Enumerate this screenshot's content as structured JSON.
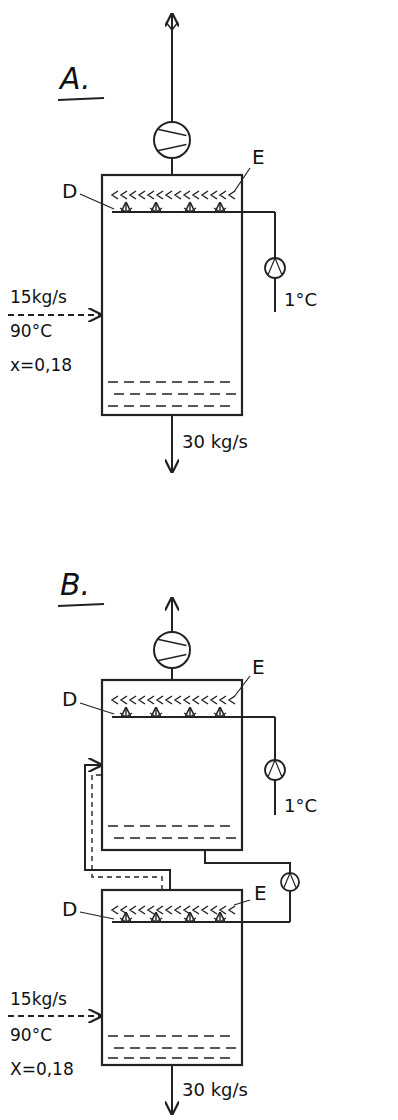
{
  "diagram": {
    "labels": [
      "A.",
      "E",
      "D",
      "15kg/s",
      "90°C",
      "x=0,18",
      "1°C",
      "30 kg/s",
      "B.",
      "E",
      "D",
      "1°C",
      "E",
      "D",
      "15kg/s",
      "90°C",
      "X=0,18",
      "30 kg/s"
    ]
  }
}
